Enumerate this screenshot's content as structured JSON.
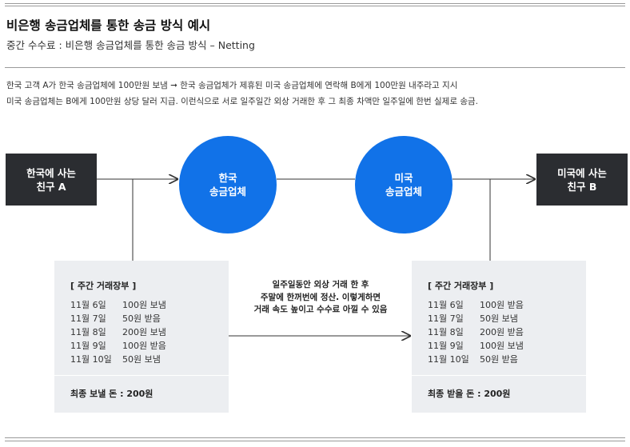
{
  "title": "비은행 송금업체를 통한 송금 방식 예시",
  "subtitle": "중간 수수료 : 비은행 송금업체를 통한 송금 방식 – Netting",
  "description": {
    "line1": "한국 고객 A가 한국 송금업체에 100만원 보냄 ➞  한국 송금업체가 제휴된 미국 송금업체에 연락해 B에게 100만원 내주라고 지시",
    "line2": "미국 송금업체는 B에게 100만원 상당 달러 지급. 이런식으로 서로 일주일간 외상 거래한 후 그 최종 차액만 일주일에 한번 실제로 송금."
  },
  "friend_a": {
    "line1": "한국에 사는",
    "line2": "친구 A"
  },
  "friend_b": {
    "line1": "미국에 사는",
    "line2": "친구 B"
  },
  "korea_remitter": {
    "line1": "한국",
    "line2": "송금업체"
  },
  "us_remitter": {
    "line1": "미국",
    "line2": "송금업체"
  },
  "settlement_note": {
    "line1": "일주일동안 외상 거래 한 후",
    "line2": "주말에 한꺼번에 정산. 이렇게하면",
    "line3": "거래 속도 높이고 수수료 아낄 수 있음"
  },
  "ledger_a": {
    "heading": "[ 주간 거래장부 ]",
    "rows": [
      {
        "date": "11월 6일",
        "entry": "100원 보냄"
      },
      {
        "date": "11월 7일",
        "entry": "50원 받음"
      },
      {
        "date": "11월 8일",
        "entry": "200원 보냄"
      },
      {
        "date": "11월 9일",
        "entry": "100원 받음"
      },
      {
        "date": "11월 10일",
        "entry": "50원 보냄"
      }
    ],
    "total": "최종 보낼 돈 : 200원"
  },
  "ledger_b": {
    "heading": "[ 주간 거래장부 ]",
    "rows": [
      {
        "date": "11월 6일",
        "entry": "100원 받음"
      },
      {
        "date": "11월 7일",
        "entry": "50원 보냄"
      },
      {
        "date": "11월 8일",
        "entry": "200원 받음"
      },
      {
        "date": "11월 9일",
        "entry": "100원 보냄"
      },
      {
        "date": "11월 10일",
        "entry": "50원 받음"
      }
    ],
    "total": "최종 받을 돈 : 200원"
  },
  "colors": {
    "circle": "#1172e8",
    "dark_box": "#2b2d31",
    "ledger_bg": "#eceef1",
    "line": "#333333"
  }
}
